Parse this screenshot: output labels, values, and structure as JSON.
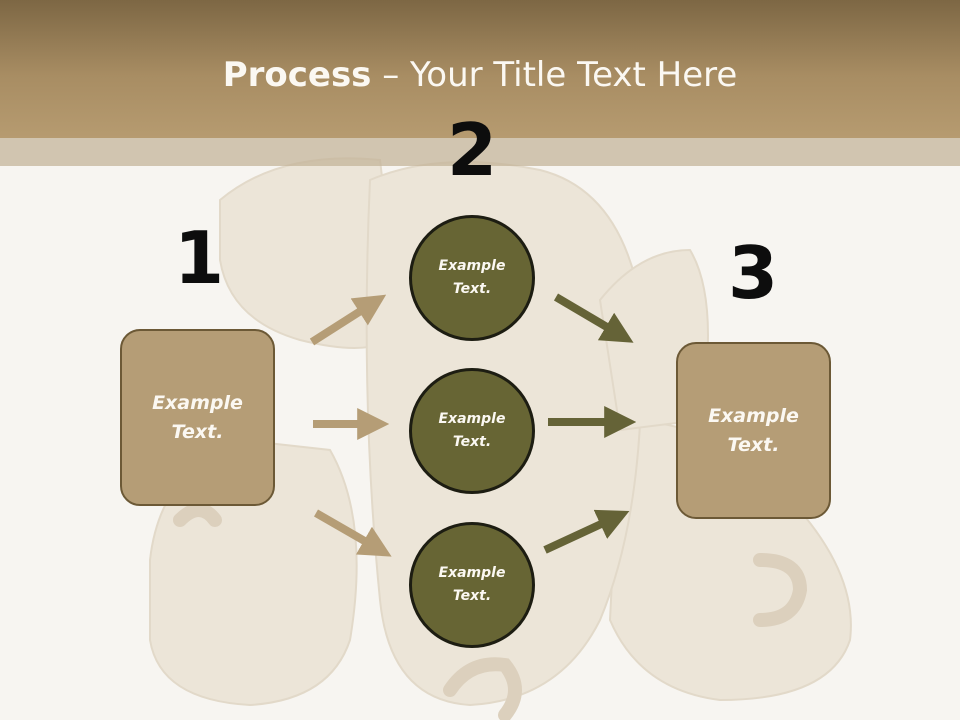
{
  "title": {
    "bold": "Process",
    "rest": " – Your Title Text Here"
  },
  "steps": [
    {
      "number": "1",
      "label": "Example Text."
    },
    {
      "number": "2",
      "circles": [
        "Example Text.",
        "Example Text.",
        "Example Text."
      ]
    },
    {
      "number": "3",
      "label": "Example Text."
    }
  ],
  "colors": {
    "title_band": "#a88d63",
    "box_fill": "#b59d76",
    "circle_fill": "#676534",
    "arrow_tan": "#b59d76",
    "arrow_olive": "#656337"
  }
}
